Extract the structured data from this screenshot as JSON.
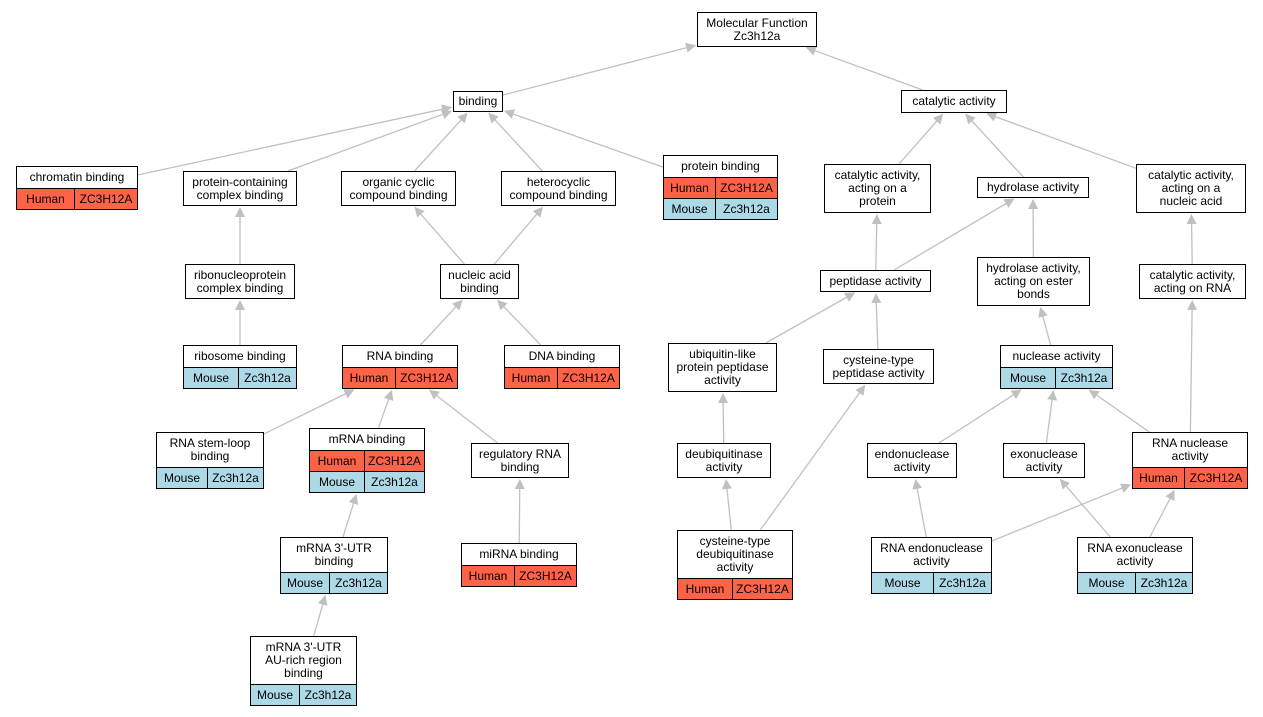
{
  "colors": {
    "human": "#ff6347",
    "mouse": "#add8e6",
    "edge": "#c0c0c0"
  },
  "nodes": {
    "molecular_function": {
      "label": "Molecular Function\nZc3h12a",
      "rows": []
    },
    "binding": {
      "label": "binding",
      "rows": []
    },
    "catalytic_activity": {
      "label": "catalytic activity",
      "rows": []
    },
    "chromatin_binding": {
      "label": "chromatin binding",
      "rows": [
        [
          "Human",
          "ZC3H12A"
        ]
      ]
    },
    "protein_containing_complex_binding": {
      "label": "protein-containing\ncomplex binding",
      "rows": []
    },
    "organic_cyclic_compound_binding": {
      "label": "organic cyclic\ncompound binding",
      "rows": []
    },
    "heterocyclic_compound_binding": {
      "label": "heterocyclic\ncompound binding",
      "rows": []
    },
    "protein_binding": {
      "label": "protein binding",
      "rows": [
        [
          "Human",
          "ZC3H12A"
        ],
        [
          "Mouse",
          "Zc3h12a"
        ]
      ]
    },
    "catalytic_activity_protein": {
      "label": "catalytic activity,\nacting on a\nprotein",
      "rows": []
    },
    "hydrolase_activity": {
      "label": "hydrolase activity",
      "rows": []
    },
    "catalytic_activity_nucleic_acid": {
      "label": "catalytic activity,\nacting on a\nnucleic acid",
      "rows": []
    },
    "ribonucleoprotein_complex_binding": {
      "label": "ribonucleoprotein\ncomplex binding",
      "rows": []
    },
    "nucleic_acid_binding": {
      "label": "nucleic acid\nbinding",
      "rows": []
    },
    "peptidase_activity": {
      "label": "peptidase activity",
      "rows": []
    },
    "hydrolase_activity_ester": {
      "label": "hydrolase activity,\nacting on ester\nbonds",
      "rows": []
    },
    "catalytic_activity_rna": {
      "label": "catalytic activity,\nacting on RNA",
      "rows": []
    },
    "ribosome_binding": {
      "label": "ribosome binding",
      "rows": [
        [
          "Mouse",
          "Zc3h12a"
        ]
      ]
    },
    "rna_binding": {
      "label": "RNA binding",
      "rows": [
        [
          "Human",
          "ZC3H12A"
        ]
      ]
    },
    "dna_binding": {
      "label": "DNA binding",
      "rows": [
        [
          "Human",
          "ZC3H12A"
        ]
      ]
    },
    "ubiquitin_like_peptidase": {
      "label": "ubiquitin-like\nprotein peptidase\nactivity",
      "rows": []
    },
    "cysteine_type_peptidase": {
      "label": "cysteine-type\npeptidase activity",
      "rows": []
    },
    "nuclease_activity": {
      "label": "nuclease activity",
      "rows": [
        [
          "Mouse",
          "Zc3h12a"
        ]
      ]
    },
    "rna_stem_loop_binding": {
      "label": "RNA stem-loop\nbinding",
      "rows": [
        [
          "Mouse",
          "Zc3h12a"
        ]
      ]
    },
    "mrna_binding": {
      "label": "mRNA binding",
      "rows": [
        [
          "Human",
          "ZC3H12A"
        ],
        [
          "Mouse",
          "Zc3h12a"
        ]
      ]
    },
    "regulatory_rna_binding": {
      "label": "regulatory RNA\nbinding",
      "rows": []
    },
    "deubiquitinase_activity": {
      "label": "deubiquitinase\nactivity",
      "rows": []
    },
    "endonuclease_activity": {
      "label": "endonuclease\nactivity",
      "rows": []
    },
    "exonuclease_activity": {
      "label": "exonuclease\nactivity",
      "rows": []
    },
    "rna_nuclease_activity": {
      "label": "RNA nuclease\nactivity",
      "rows": [
        [
          "Human",
          "ZC3H12A"
        ]
      ]
    },
    "mrna_3utr_binding": {
      "label": "mRNA 3'-UTR\nbinding",
      "rows": [
        [
          "Mouse",
          "Zc3h12a"
        ]
      ]
    },
    "mirna_binding": {
      "label": "miRNA binding",
      "rows": [
        [
          "Human",
          "ZC3H12A"
        ]
      ]
    },
    "cysteine_type_deubiquitinase": {
      "label": "cysteine-type\ndeubiquitinase\nactivity",
      "rows": [
        [
          "Human",
          "ZC3H12A"
        ]
      ]
    },
    "rna_endonuclease_activity": {
      "label": "RNA endonuclease\nactivity",
      "rows": [
        [
          "Mouse",
          "Zc3h12a"
        ]
      ]
    },
    "rna_exonuclease_activity": {
      "label": "RNA exonuclease\nactivity",
      "rows": [
        [
          "Mouse",
          "Zc3h12a"
        ]
      ]
    },
    "mrna_3utr_au_rich": {
      "label": "mRNA 3'-UTR\nAU-rich region\nbinding",
      "rows": [
        [
          "Mouse",
          "Zc3h12a"
        ]
      ]
    }
  },
  "edges": [
    [
      "binding",
      "molecular_function"
    ],
    [
      "catalytic_activity",
      "molecular_function"
    ],
    [
      "chromatin_binding",
      "binding"
    ],
    [
      "protein_containing_complex_binding",
      "binding"
    ],
    [
      "organic_cyclic_compound_binding",
      "binding"
    ],
    [
      "heterocyclic_compound_binding",
      "binding"
    ],
    [
      "protein_binding",
      "binding"
    ],
    [
      "catalytic_activity_protein",
      "catalytic_activity"
    ],
    [
      "hydrolase_activity",
      "catalytic_activity"
    ],
    [
      "catalytic_activity_nucleic_acid",
      "catalytic_activity"
    ],
    [
      "ribonucleoprotein_complex_binding",
      "protein_containing_complex_binding"
    ],
    [
      "nucleic_acid_binding",
      "organic_cyclic_compound_binding"
    ],
    [
      "nucleic_acid_binding",
      "heterocyclic_compound_binding"
    ],
    [
      "peptidase_activity",
      "catalytic_activity_protein"
    ],
    [
      "peptidase_activity",
      "hydrolase_activity"
    ],
    [
      "hydrolase_activity_ester",
      "hydrolase_activity"
    ],
    [
      "catalytic_activity_rna",
      "catalytic_activity_nucleic_acid"
    ],
    [
      "ribosome_binding",
      "ribonucleoprotein_complex_binding"
    ],
    [
      "rna_binding",
      "nucleic_acid_binding"
    ],
    [
      "dna_binding",
      "nucleic_acid_binding"
    ],
    [
      "ubiquitin_like_peptidase",
      "peptidase_activity"
    ],
    [
      "cysteine_type_peptidase",
      "peptidase_activity"
    ],
    [
      "nuclease_activity",
      "hydrolase_activity_ester"
    ],
    [
      "rna_stem_loop_binding",
      "rna_binding"
    ],
    [
      "mrna_binding",
      "rna_binding"
    ],
    [
      "regulatory_rna_binding",
      "rna_binding"
    ],
    [
      "deubiquitinase_activity",
      "ubiquitin_like_peptidase"
    ],
    [
      "endonuclease_activity",
      "nuclease_activity"
    ],
    [
      "exonuclease_activity",
      "nuclease_activity"
    ],
    [
      "rna_nuclease_activity",
      "nuclease_activity"
    ],
    [
      "rna_nuclease_activity",
      "catalytic_activity_rna"
    ],
    [
      "mrna_3utr_binding",
      "mrna_binding"
    ],
    [
      "mirna_binding",
      "regulatory_rna_binding"
    ],
    [
      "cysteine_type_deubiquitinase",
      "deubiquitinase_activity"
    ],
    [
      "cysteine_type_deubiquitinase",
      "cysteine_type_peptidase"
    ],
    [
      "rna_endonuclease_activity",
      "endonuclease_activity"
    ],
    [
      "rna_endonuclease_activity",
      "rna_nuclease_activity"
    ],
    [
      "rna_exonuclease_activity",
      "exonuclease_activity"
    ],
    [
      "rna_exonuclease_activity",
      "rna_nuclease_activity"
    ],
    [
      "mrna_3utr_au_rich",
      "mrna_3utr_binding"
    ]
  ]
}
